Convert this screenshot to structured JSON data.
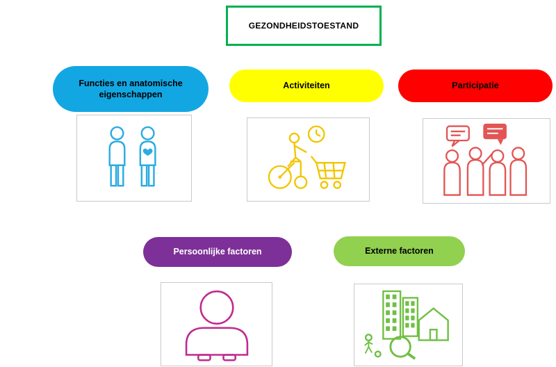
{
  "title": {
    "label": "GEZONDHEIDSTOESTAND",
    "border_color": "#00B050",
    "background": "#FFFFFF",
    "text_color": "#000000"
  },
  "nodes": {
    "functies": {
      "label": "Functies en anatomische eigenschappen",
      "fill": "#12A7E3",
      "text_color": "#000000",
      "icon": "two-persons-heart-icon",
      "icon_color": "#2BACE2"
    },
    "activiteiten": {
      "label": "Activiteiten",
      "fill": "#FFFF00",
      "text_color": "#000000",
      "icon": "wheelchair-shopping-cart-clock-icon",
      "icon_color": "#F2C500"
    },
    "participatie": {
      "label": "Participatie",
      "fill": "#FF0000",
      "text_color": "#000000",
      "icon": "group-speech-bubbles-icon",
      "icon_color": "#E25555"
    },
    "persoonlijk": {
      "label": "Persoonlijke factoren",
      "fill": "#7D3097",
      "text_color": "#FFFFFF",
      "icon": "person-bust-icon",
      "icon_color": "#C02B8E"
    },
    "extern": {
      "label": "Externe factoren",
      "fill": "#92D050",
      "text_color": "#000000",
      "icon": "buildings-house-magnifier-icon",
      "icon_color": "#6FBF44"
    }
  }
}
